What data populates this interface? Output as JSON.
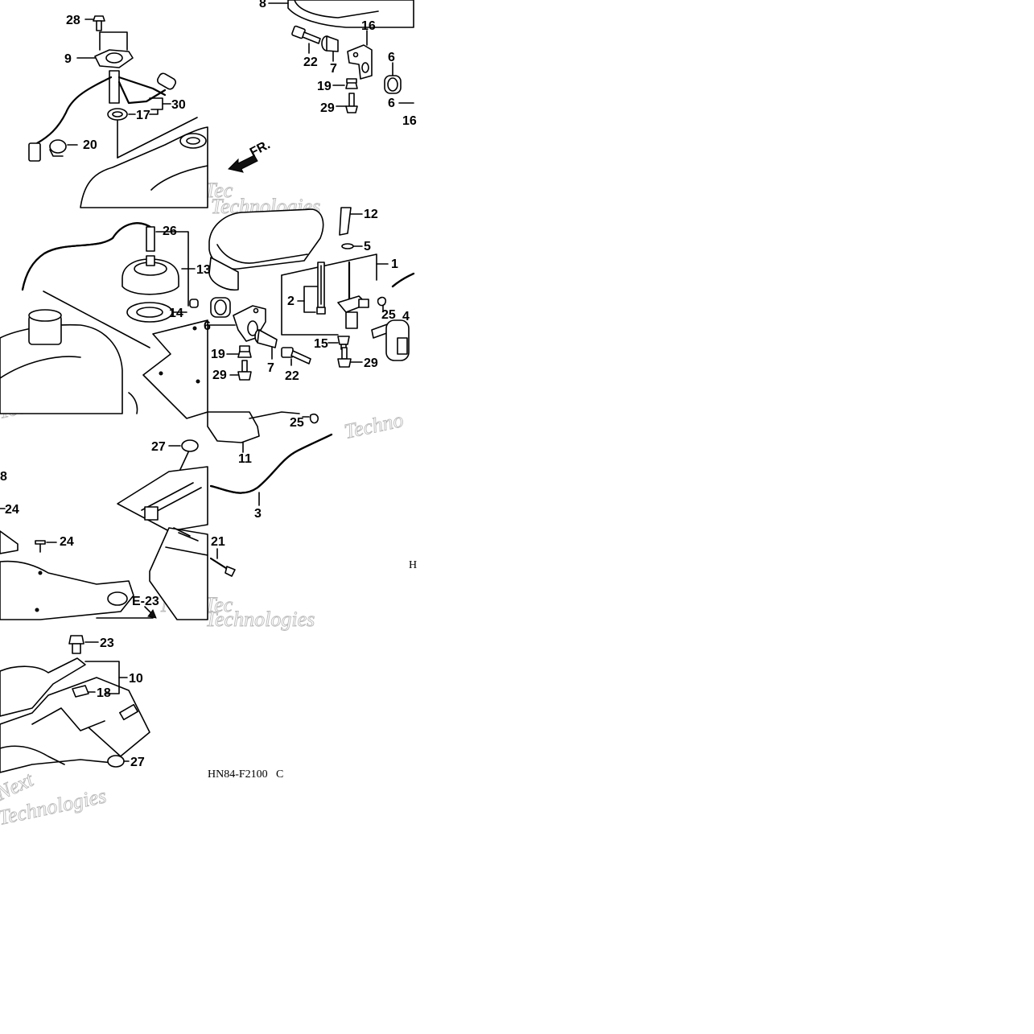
{
  "diagram": {
    "callouts": [
      "28",
      "9",
      "30",
      "17",
      "20",
      "8",
      "22",
      "7",
      "16",
      "6",
      "19",
      "29",
      "6",
      "16",
      "26",
      "13",
      "14",
      "6",
      "12",
      "5",
      "1",
      "2",
      "25",
      "4",
      "15",
      "29",
      "22",
      "7",
      "19",
      "29",
      "27",
      "3",
      "24",
      "24",
      "21",
      "11",
      "25",
      "23",
      "10",
      "18",
      "27",
      "8"
    ],
    "direction_arrow_label": "FR.",
    "reference_label": "E-23",
    "part_code_center": "HN84-F2100",
    "part_code_center_suffix": "C",
    "part_code_right_fragment": "H",
    "watermark_words": [
      "Next",
      "Technologies",
      "Techno",
      "Next Tec"
    ]
  }
}
